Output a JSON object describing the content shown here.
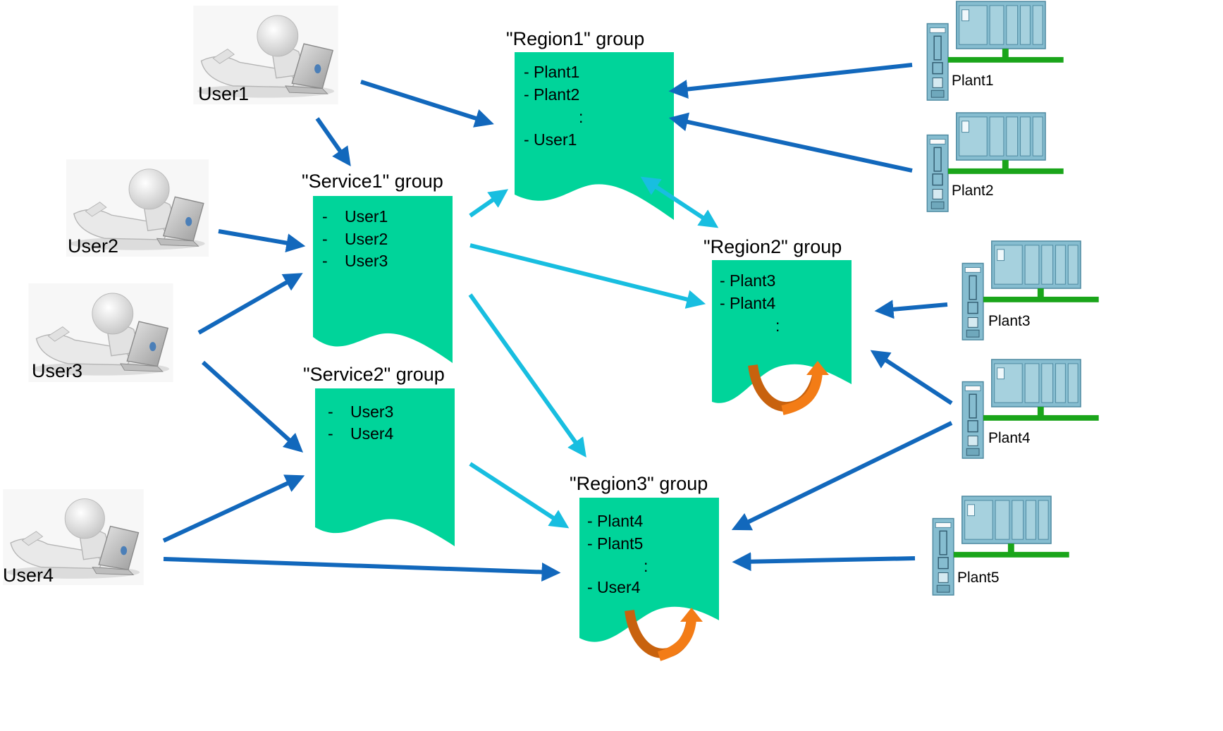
{
  "colors": {
    "doc_fill": "#00D49A",
    "user_arrow": "#1268BC",
    "group_arrow": "#18BEE0",
    "network_line": "#1AA51A",
    "plc_body": "#86BDD0",
    "loop_dark": "#C8620E",
    "loop_light": "#F37C16"
  },
  "users": [
    {
      "label": "User1"
    },
    {
      "label": "User2"
    },
    {
      "label": "User3"
    },
    {
      "label": "User4"
    }
  ],
  "plants": [
    {
      "label": "Plant1"
    },
    {
      "label": "Plant2"
    },
    {
      "label": "Plant3"
    },
    {
      "label": "Plant4"
    },
    {
      "label": "Plant5"
    }
  ],
  "groups": {
    "region1": {
      "title": "\"Region1\" group",
      "items": [
        "- Plant1",
        "- Plant2",
        ":",
        "- User1"
      ]
    },
    "service1": {
      "title": "\"Service1\" group",
      "dashes": [
        "-",
        "-",
        "-"
      ],
      "items": [
        "User1",
        "User2",
        "User3"
      ]
    },
    "service2": {
      "title": "\"Service2\" group",
      "dashes": [
        "-",
        "-"
      ],
      "items": [
        "User3",
        "User4"
      ]
    },
    "region2": {
      "title": "\"Region2\" group",
      "items": [
        "- Plant3",
        "- Plant4",
        ":"
      ]
    },
    "region3": {
      "title": "\"Region3\" group",
      "items": [
        "- Plant4",
        "- Plant5",
        ":",
        "- User4"
      ]
    }
  },
  "icons": {
    "user": "person-with-laptop-icon",
    "plant": "plc-controller-icon",
    "loop": "circular-arrow-icon"
  }
}
